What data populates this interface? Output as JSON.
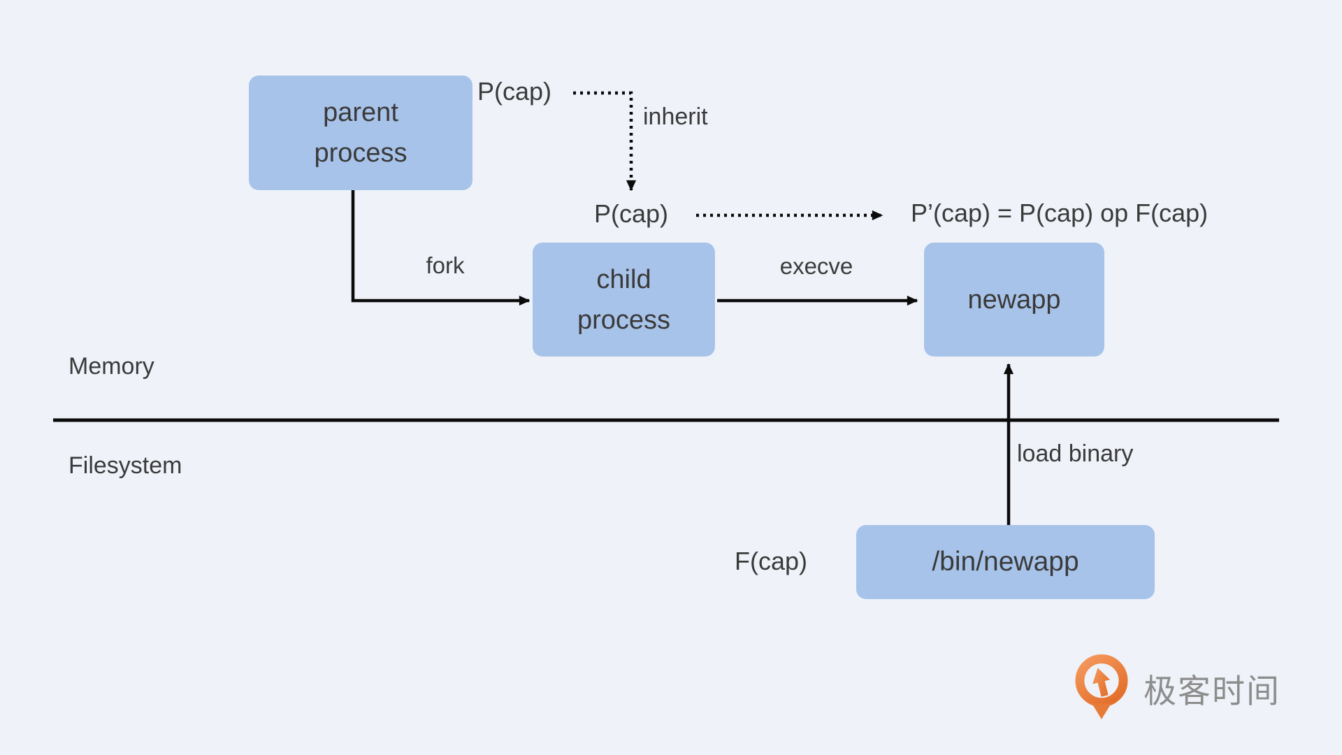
{
  "colors": {
    "background": "#eff3f9",
    "node_fill": "#a8c3e9",
    "text": "#3a3a3a",
    "line": "#0b0b0b",
    "logo_orange": "#e8793a",
    "logo_text_gray": "#8d8d8d"
  },
  "regions": {
    "memory": "Memory",
    "filesystem": "Filesystem"
  },
  "nodes": {
    "parent_process": {
      "line1": "parent",
      "line2": "process"
    },
    "child_process": {
      "line1": "child",
      "line2": "process"
    },
    "newapp": {
      "label": "newapp"
    },
    "bin_newapp": {
      "label": "/bin/newapp"
    }
  },
  "labels": {
    "p_cap_parent": "P(cap)",
    "p_cap_child": "P(cap)",
    "formula": "P’(cap) = P(cap) op F(cap)",
    "f_cap": "F(cap)",
    "inherit": "inherit",
    "fork": "fork",
    "execve": "execve",
    "load_binary": "load binary"
  },
  "edges": {
    "fork": {
      "from": "parent_process",
      "to": "child_process",
      "style": "solid",
      "label": "fork"
    },
    "execve": {
      "from": "child_process",
      "to": "newapp",
      "style": "solid",
      "label": "execve"
    },
    "inherit": {
      "from": "p_cap_parent",
      "to": "p_cap_child",
      "style": "dotted",
      "label": "inherit"
    },
    "transform": {
      "from": "p_cap_child",
      "to": "formula",
      "style": "dotted",
      "label": ""
    },
    "load_binary": {
      "from": "bin_newapp",
      "to": "newapp",
      "style": "solid",
      "label": "load binary"
    }
  },
  "logo": {
    "text": "极客时间"
  }
}
